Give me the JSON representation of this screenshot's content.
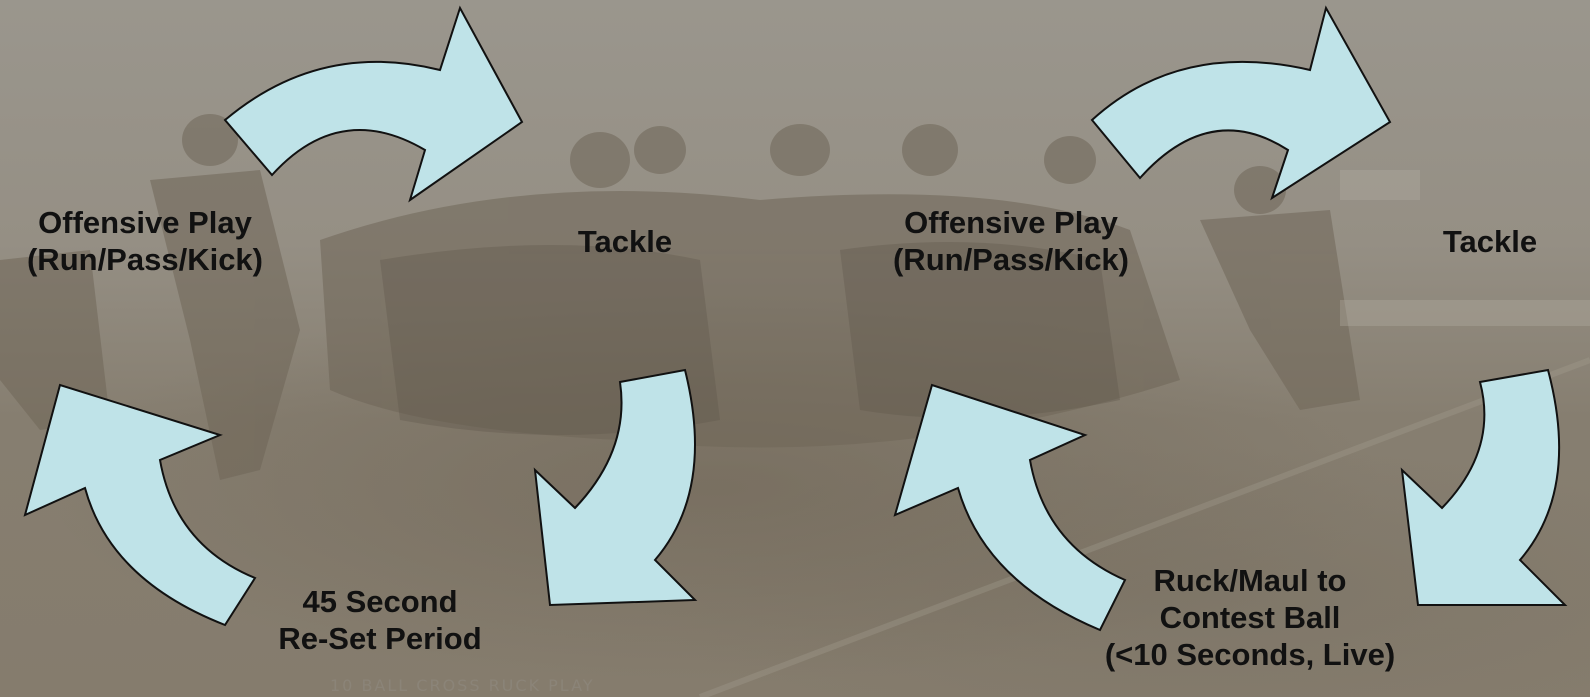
{
  "left_cycle": {
    "offensive_play": [
      "Offensive Play",
      "(Run/Pass/Kick)"
    ],
    "tackle": "Tackle",
    "reset": [
      "45 Second",
      "Re-Set Period"
    ]
  },
  "right_cycle": {
    "offensive_play": [
      "Offensive Play",
      "(Run/Pass/Kick)"
    ],
    "tackle": "Tackle",
    "ruck": [
      "Ruck/Maul to",
      "Contest Ball",
      "(<10 Seconds, Live)"
    ]
  },
  "photo_caption": "10 BALL CROSS RUCK PLAY",
  "colors": {
    "arrow_fill": "#bfe3e8",
    "arrow_stroke": "#111111",
    "background": "#8e877b"
  }
}
